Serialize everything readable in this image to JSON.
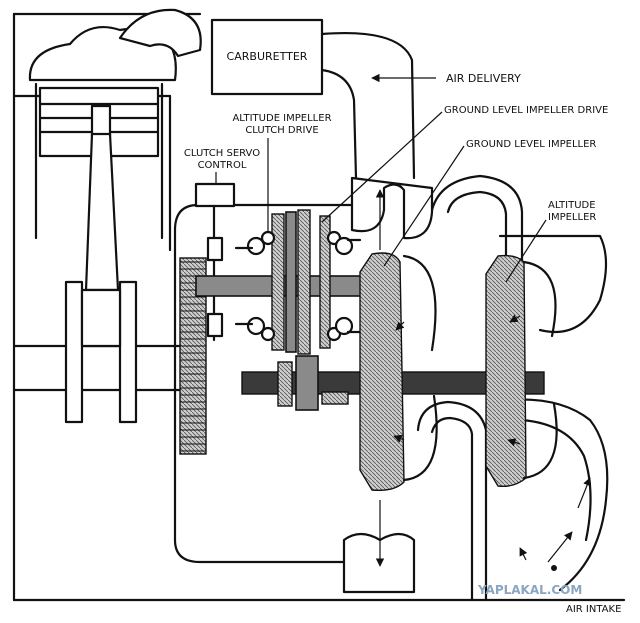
{
  "labels": {
    "carburetter": "CARBURETTER",
    "air_delivery": "AIR DELIVERY",
    "altitude_impeller_clutch_drive_1": "ALTITUDE IMPELLER",
    "altitude_impeller_clutch_drive_2": "CLUTCH DRIVE",
    "ground_level_impeller_drive": "GROUND LEVEL IMPELLER DRIVE",
    "ground_level_impeller": "GROUND LEVEL IMPELLER",
    "clutch_servo_control_1": "CLUTCH SERVO",
    "clutch_servo_control_2": "CONTROL",
    "altitude_impeller_1": "ALTITUDE",
    "altitude_impeller_2": "IMPELLER",
    "air_intake": "AIR INTAKE"
  },
  "watermark": "YAPLAKAL.COM"
}
